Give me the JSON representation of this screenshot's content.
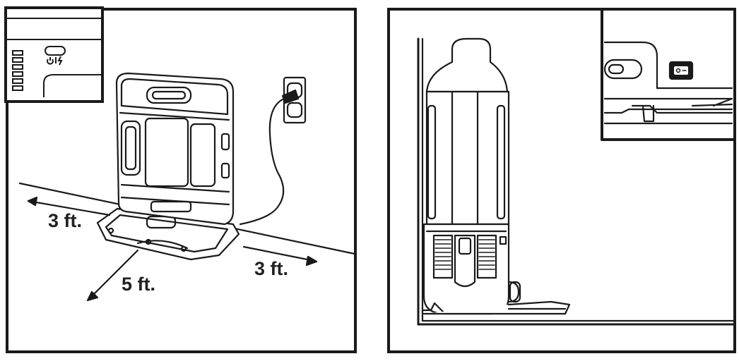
{
  "left_panel": {
    "dimensions": {
      "left": "3 ft.",
      "right": "3 ft.",
      "front": "5 ft."
    },
    "inset_icons": [
      "power-icon",
      "lightning-icon"
    ]
  },
  "right_panel": {
    "inset_icons": [
      "power-switch-icon"
    ]
  },
  "colors": {
    "line": "#1a1a1a",
    "fill": "#ffffff",
    "shade": "#e6e6e6"
  }
}
